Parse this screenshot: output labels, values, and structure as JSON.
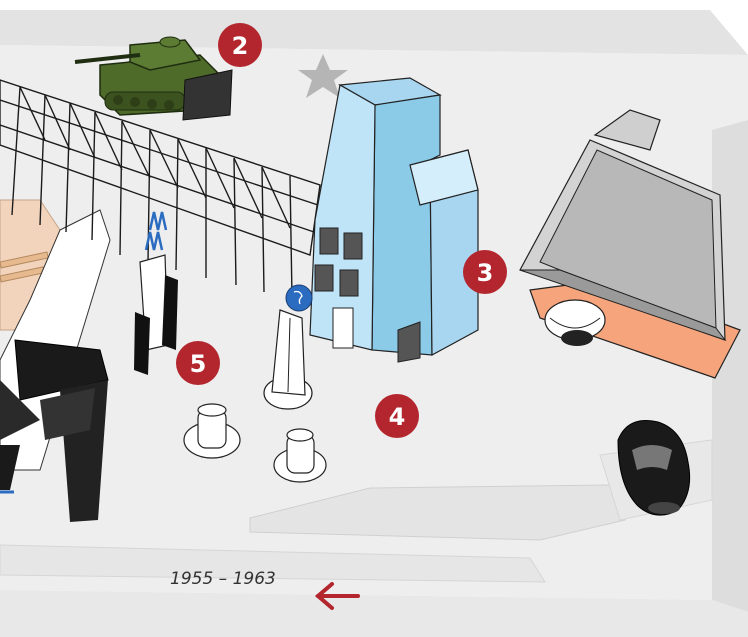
{
  "markers": [
    {
      "id": "marker-2",
      "number": "2"
    },
    {
      "id": "marker-3",
      "number": "3"
    },
    {
      "id": "marker-4",
      "number": "4"
    },
    {
      "id": "marker-5",
      "number": "5"
    }
  ],
  "timeline": {
    "period": "1955 – 1963",
    "arrow_direction": "left"
  },
  "colors": {
    "marker": "#b3262e",
    "floor": "#eeeeee",
    "wall": "#e2e2e2",
    "building": "#bfe3f7",
    "building_side": "#8ccbe8",
    "tank": "#4e6b2a",
    "arrow": "#b3262e",
    "salmon": "#f5a47c",
    "beige": "#f2d4bd"
  },
  "icons": [
    "tank-icon",
    "star-icon",
    "building-icon",
    "car-icon",
    "watchtower-icon",
    "fence-icon",
    "roadblock-icon",
    "monument-icon"
  ]
}
